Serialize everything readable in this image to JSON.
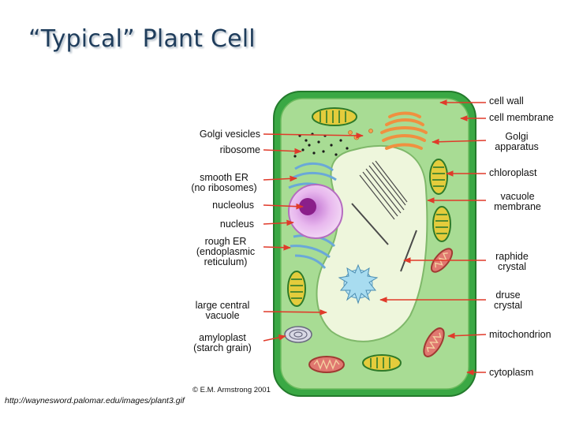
{
  "title": "“Typical” Plant Cell",
  "labels_left": {
    "golgi_vesicles": "Golgi vesicles",
    "ribosome": "ribosome",
    "smooth_er_1": "smooth ER",
    "smooth_er_2": "(no ribosomes)",
    "nucleolus": "nucleolus",
    "nucleus": "nucleus",
    "rough_er_1": "rough ER",
    "rough_er_2": "(endoplasmic",
    "rough_er_3": "reticulum)",
    "large_vacuole_1": "large central",
    "large_vacuole_2": "vacuole",
    "amyloplast_1": "amyloplast",
    "amyloplast_2": "(starch grain)"
  },
  "labels_right": {
    "cell_wall": "cell wall",
    "cell_membrane": "cell membrane",
    "golgi_1": "Golgi",
    "golgi_2": "apparatus",
    "chloroplast": "chloroplast",
    "vacuole_membrane_1": "vacuole",
    "vacuole_membrane_2": "membrane",
    "raphide_1": "raphide",
    "raphide_2": "crystal",
    "druse_1": "druse",
    "druse_2": "crystal",
    "mitochondrion": "mitochondrion",
    "cytoplasm": "cytoplasm"
  },
  "credit": "© E.M. Armstrong 2001",
  "source": "http://waynesword.palomar.edu/images/plant3.gif",
  "colors": {
    "title": "#1f3d5c",
    "cell_wall": "#2e9e3a",
    "cytoplasm": "#a8dc94",
    "vacuole": "#eef6dc",
    "nucleus": "#e8b8ee",
    "nucleolus": "#8a1f8a",
    "arrow": "#e03a2a",
    "chloroplast": "#e4cc3c",
    "mitochondrion": "#e07870",
    "golgi": "#f09040",
    "er": "#6aa8d8"
  }
}
